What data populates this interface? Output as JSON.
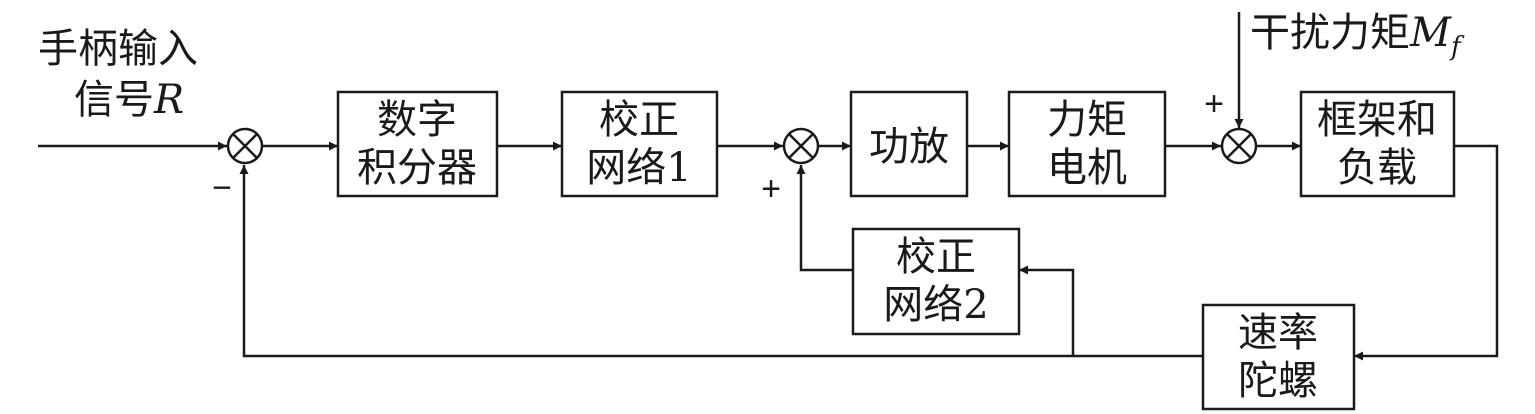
{
  "input_label": {
    "line1": "手柄输入",
    "line2_prefix": "信号",
    "line2_symbol": "R"
  },
  "disturbance_label": {
    "text": "干扰力矩",
    "symbol": "M",
    "subscript": "f"
  },
  "blocks": {
    "integrator": {
      "line1": "数字",
      "line2": "积分器"
    },
    "corrector1": {
      "line1": "校正",
      "line2": "网络1"
    },
    "amplifier": {
      "line1": "功放"
    },
    "torque_motor": {
      "line1": "力矩",
      "line2": "电机"
    },
    "frame_load": {
      "line1": "框架和",
      "line2": "负载"
    },
    "corrector2": {
      "line1": "校正",
      "line2": "网络2"
    },
    "rate_gyro": {
      "line1": "速率",
      "line2": "陀螺"
    }
  },
  "signs": {
    "sum1_feedback": "−",
    "sum2_feedback": "+",
    "sum3_disturbance": "+"
  }
}
